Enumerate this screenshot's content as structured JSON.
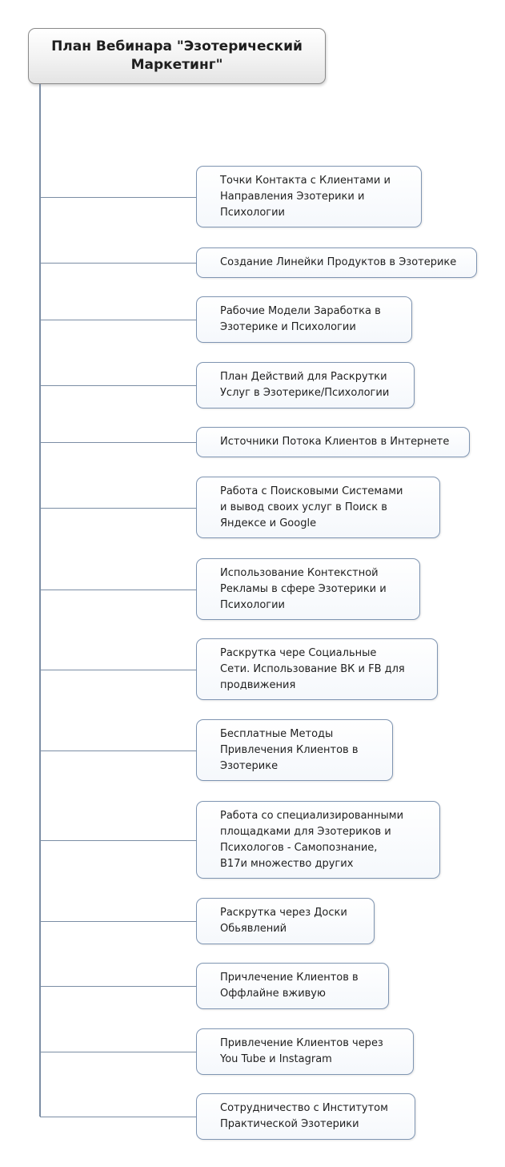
{
  "root": {
    "title": "План Вебинара \"Эзотерический\nМаркетинг\""
  },
  "topics": [
    {
      "label": "Точки Контакта с Клиентами и\nНаправления Эзотерики и\nПсихологии"
    },
    {
      "label": "Создание Линейки Продуктов в Эзотерике"
    },
    {
      "label": "Рабочие Модели Заработка в\nЭзотерике и Психологии"
    },
    {
      "label": "План Действий для Раскрутки\nУслуг в Эзотерике/Психологии"
    },
    {
      "label": "Источники Потока Клиентов в Интернете"
    },
    {
      "label": "Работа с Поисковыми Системами\nи вывод своих услуг в Поиск в\nЯндексе и Google"
    },
    {
      "label": "Использование Контекстной\nРекламы в сфере Эзотерики и\nПсихологии"
    },
    {
      "label": "Раскрутка чере Социальные\nСети. Использование ВК и FB для\nпродвижения"
    },
    {
      "label": "Бесплатные Методы\nПривлечения Клиентов в\nЭзотерике"
    },
    {
      "label": "Работа со специализированными\nплощадками для Эзотериков и\nПсихологов - Самопознание,\nB17и множество других"
    },
    {
      "label": "Раскрутка через Доски\nОбьявлений"
    },
    {
      "label": "Причлечение Клиентов в\nОффлайне вживую"
    },
    {
      "label": "Привлечение Клиентов через\nYou Tube и Instagram"
    },
    {
      "label": "Сотрудничество с Институтом\nПрактической Эзотерики"
    }
  ]
}
